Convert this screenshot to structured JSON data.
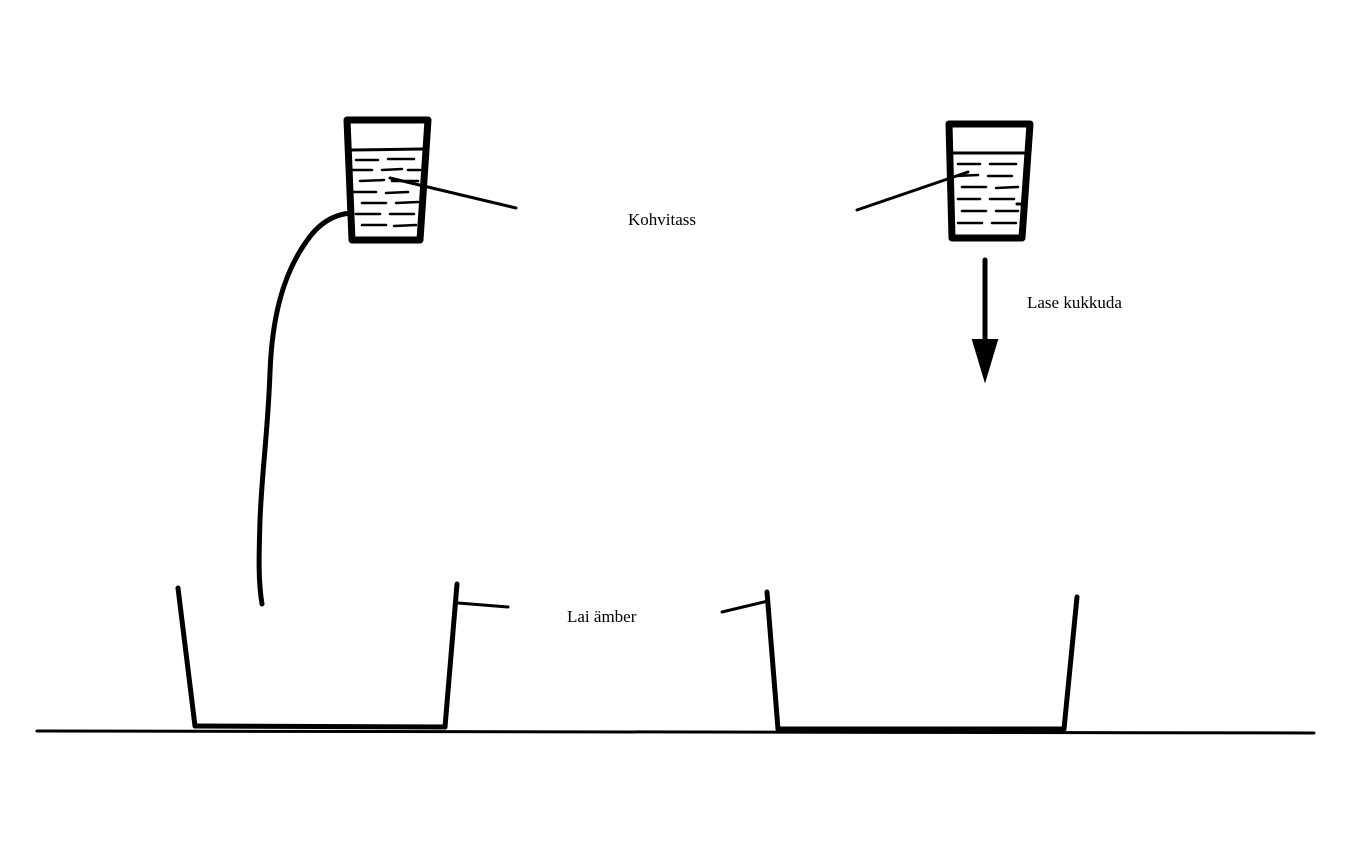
{
  "labels": {
    "cup": "Kohvitass",
    "drop": "Lase kukkuda",
    "bucket": "Lai ämber"
  },
  "colors": {
    "ink": "#000000",
    "background": "#ffffff"
  }
}
